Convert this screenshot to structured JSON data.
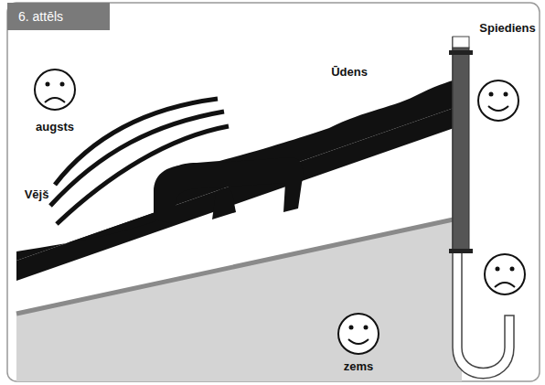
{
  "diagram": {
    "title": "6. attēls",
    "labels": [
      "augsts",
      "Vējš",
      "Ūdens",
      "Spiediens",
      "zems"
    ]
  }
}
